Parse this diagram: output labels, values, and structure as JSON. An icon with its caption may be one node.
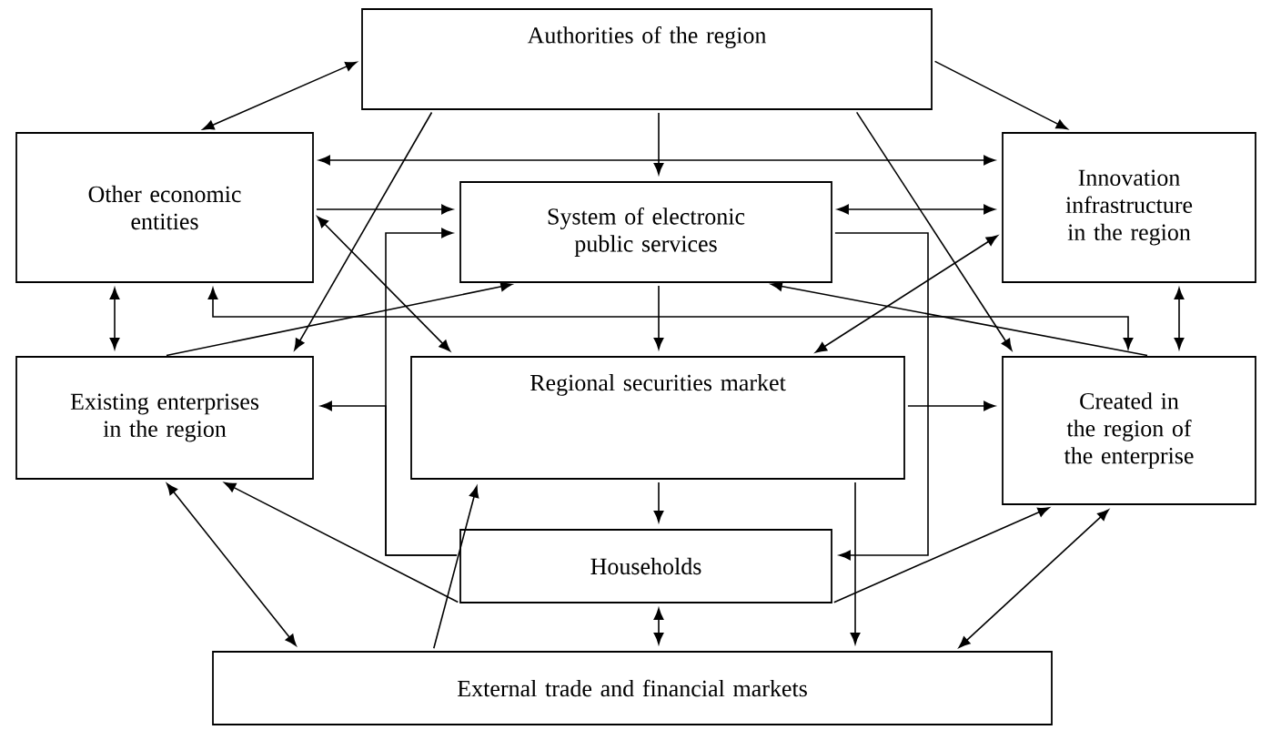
{
  "diagram": {
    "nodes": [
      {
        "text": [
          "Authorities of the region"
        ]
      },
      {
        "text": [
          "Other economic entities"
        ]
      },
      {
        "text": [
          "System of electronic public services"
        ]
      },
      {
        "text": [
          "Innovation infrastructure in the region"
        ]
      },
      {
        "text": [
          "Existing enterprises in the region"
        ]
      },
      {
        "text": [
          "Regional securities market"
        ]
      },
      {
        "text": [
          "Created in the region of the enterprise"
        ]
      },
      {
        "text": [
          "Households"
        ]
      },
      {
        "text": [
          "External trade and financial markets"
        ]
      }
    ],
    "edges": [
      {
        "from": 0,
        "to": 1,
        "arrow": "both"
      },
      {
        "from": 0,
        "to": 4,
        "arrow": "to"
      },
      {
        "from": 0,
        "to": 2,
        "arrow": "to"
      },
      {
        "from": 0,
        "to": 3,
        "arrow": "to"
      },
      {
        "from": 0,
        "to": 6,
        "arrow": "to"
      },
      {
        "from": 1,
        "to": 3,
        "arrow": "both"
      },
      {
        "from": 1,
        "to": 2,
        "arrow": "to"
      },
      {
        "from": 1,
        "to": 5,
        "arrow": "both"
      },
      {
        "from": 1,
        "to": 4,
        "arrow": "both"
      },
      {
        "from": 1,
        "to": 6,
        "arrow": "both"
      },
      {
        "from": 2,
        "to": 3,
        "arrow": "both"
      },
      {
        "from": 2,
        "to": 5,
        "arrow": "to"
      },
      {
        "from": 2,
        "to": 7,
        "arrow": "to"
      },
      {
        "from": 3,
        "to": 5,
        "arrow": "both"
      },
      {
        "from": 3,
        "to": 6,
        "arrow": "both"
      },
      {
        "from": 4,
        "to": 2,
        "arrow": "to"
      },
      {
        "from": 4,
        "to": 8,
        "arrow": "both"
      },
      {
        "from": 5,
        "to": 6,
        "arrow": "to"
      },
      {
        "from": 5,
        "to": 7,
        "arrow": "to"
      },
      {
        "from": 5,
        "to": 8,
        "arrow": "to"
      },
      {
        "from": 6,
        "to": 2,
        "arrow": "to"
      },
      {
        "from": 7,
        "to": 2,
        "arrow": "to"
      },
      {
        "from": 7,
        "to": 4,
        "arrow": "to"
      },
      {
        "from": 7,
        "to": 4,
        "arrow": "to"
      },
      {
        "from": 7,
        "to": 6,
        "arrow": "to"
      },
      {
        "from": 7,
        "to": 8,
        "arrow": "both"
      },
      {
        "from": 8,
        "to": 5,
        "arrow": "to"
      },
      {
        "from": 8,
        "to": 6,
        "arrow": "both"
      }
    ]
  }
}
